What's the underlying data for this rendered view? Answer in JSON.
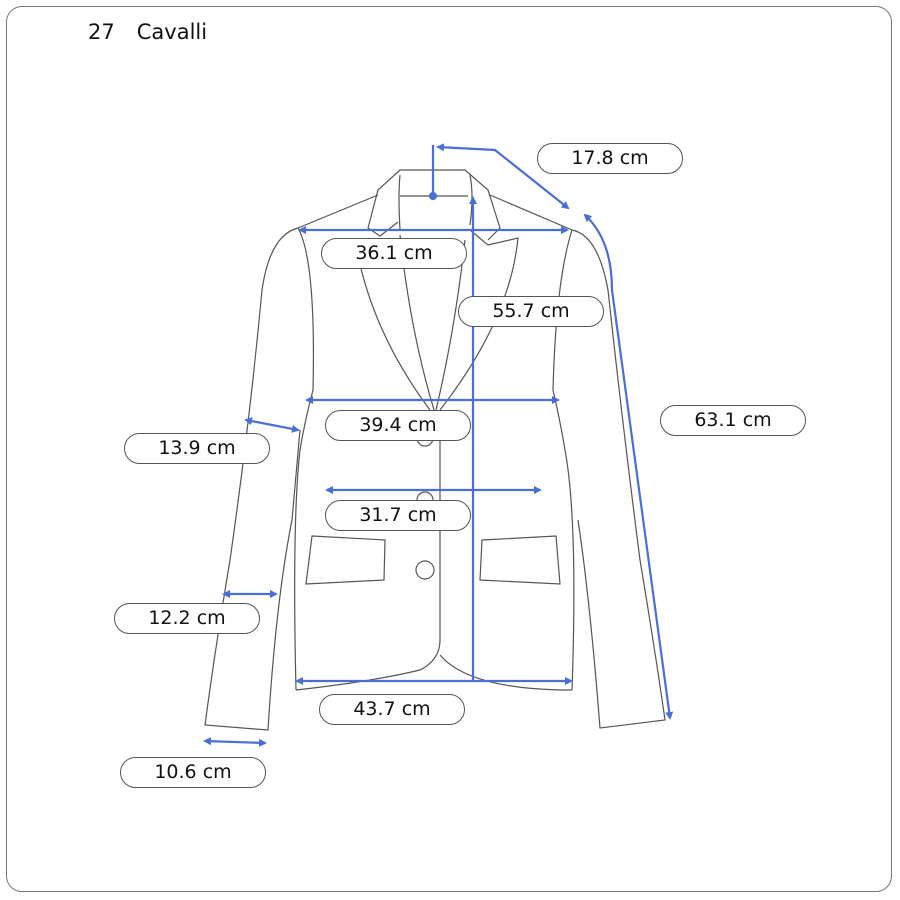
{
  "header": {
    "number": "27",
    "brand": "Cavalli"
  },
  "measurements": {
    "collar_to_shoulder": "17.8 cm",
    "shoulder_width": "36.1 cm",
    "body_length": "55.7 cm",
    "sleeve_length": "63.1 cm",
    "chest_width": "39.4 cm",
    "upper_arm_width": "13.9 cm",
    "waist_width": "31.7 cm",
    "forearm_width": "12.2 cm",
    "hem_width": "43.7 cm",
    "cuff_width": "10.6 cm"
  },
  "colors": {
    "measure_line": "#4a6fd4",
    "outline": "#555555"
  }
}
